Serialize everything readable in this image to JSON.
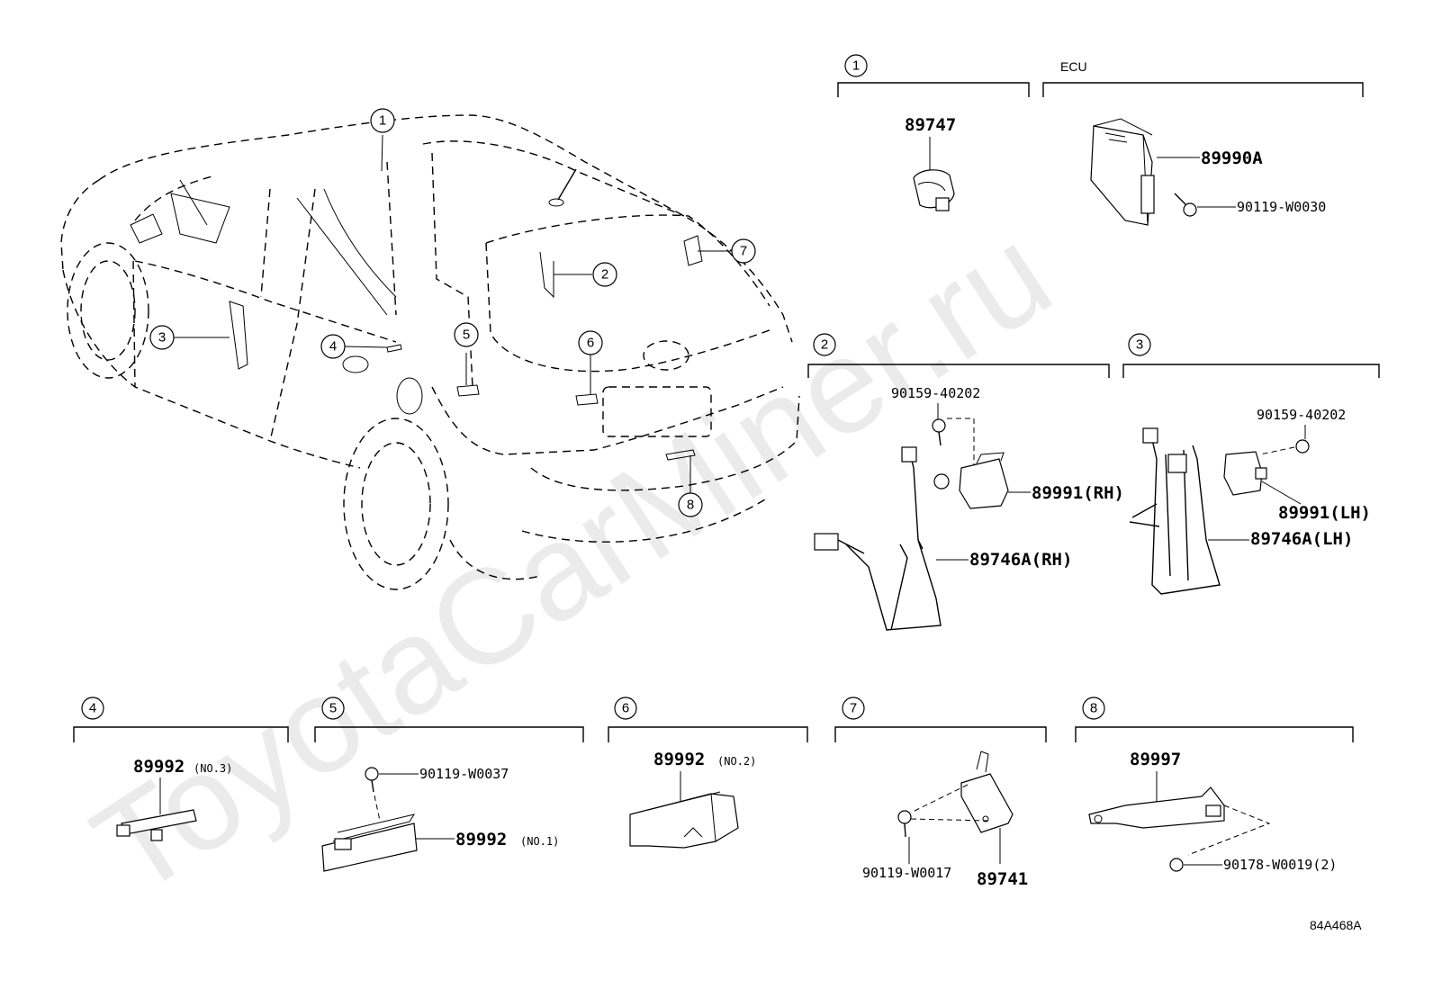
{
  "watermark": "ToyotaCarMiner.ru",
  "drawing_code": "84A468A",
  "callouts": [
    "1",
    "2",
    "3",
    "4",
    "5",
    "6",
    "7",
    "8"
  ],
  "groups": {
    "g1": {
      "num": "1",
      "parts": {
        "p89747": "89747"
      }
    },
    "ecu": {
      "label": "ECU",
      "parts": {
        "p89990A": "89990A",
        "p90119_W0030": "90119-W0030"
      }
    },
    "g2": {
      "num": "2",
      "parts": {
        "p90159_40202": "90159-40202",
        "p89991RH": "89991(RH)",
        "p89746ARH": "89746A(RH)"
      }
    },
    "g3": {
      "num": "3",
      "parts": {
        "p90159_40202": "90159-40202",
        "p89991LH": "89991(LH)",
        "p89746ALH": "89746A(LH)"
      }
    },
    "g4": {
      "num": "4",
      "parts": {
        "p89992": "89992",
        "note": "(NO.3)"
      }
    },
    "g5": {
      "num": "5",
      "parts": {
        "p90119_W0037": "90119-W0037",
        "p89992": "89992",
        "note": "(NO.1)"
      }
    },
    "g6": {
      "num": "6",
      "parts": {
        "p89992": "89992",
        "note": "(NO.2)"
      }
    },
    "g7": {
      "num": "7",
      "parts": {
        "p90119_W0017": "90119-W0017",
        "p89741": "89741"
      }
    },
    "g8": {
      "num": "8",
      "parts": {
        "p89997": "89997",
        "p90178_W0019": "90178-W0019(2)"
      }
    }
  }
}
